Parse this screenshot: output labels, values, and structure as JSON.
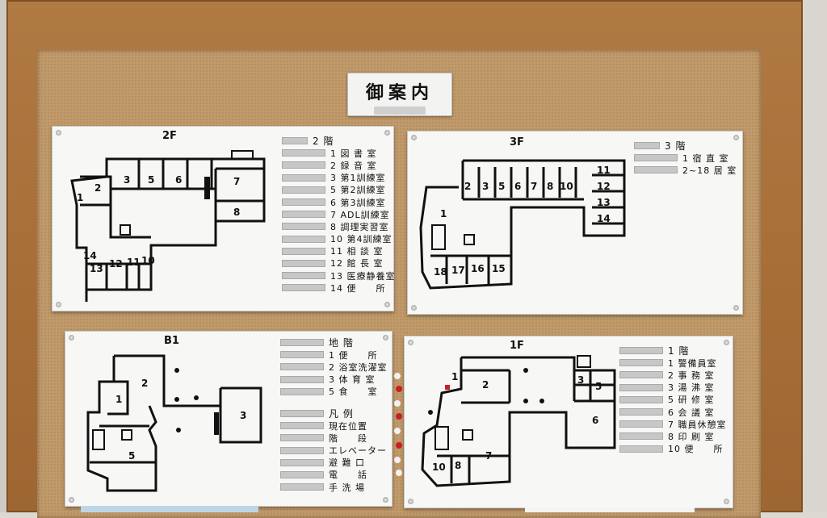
{
  "sign": {
    "title": "御案内",
    "panels": {
      "f2": {
        "floor": "2F",
        "header": "2 階",
        "rooms": [
          "1 図 書 室",
          "2 録 音 室",
          "3 第1訓練室",
          "5 第2訓練室",
          "6 第3訓練室",
          "7 ADL訓練室",
          "8 調理実習室",
          "10 第4訓練室",
          "11 相 談 室",
          "12 館 長 室",
          "13 医療静養室",
          "14 便　　所"
        ],
        "map_numbers": [
          "1",
          "2",
          "3",
          "5",
          "6",
          "7",
          "8",
          "10",
          "11",
          "12",
          "13",
          "14"
        ]
      },
      "f3": {
        "floor": "3F",
        "header": "3 階",
        "rooms": [
          "1 宿 直 室",
          "2~18 居 室"
        ],
        "map_numbers": [
          "1",
          "2",
          "3",
          "5",
          "6",
          "7",
          "8",
          "10",
          "11",
          "12",
          "13",
          "14",
          "15",
          "16",
          "17",
          "18"
        ]
      },
      "b1": {
        "floor": "B1",
        "header": "地 階",
        "rooms": [
          "1 便　　所",
          "2 浴室洗濯室",
          "3 体 育 室",
          "5 食　　室"
        ],
        "legend_title": "凡 例",
        "legend": [
          "現在位置",
          "階　　段",
          "エレベーター",
          "避 難 口",
          "電　　話",
          "手 洗 場"
        ],
        "map_numbers": [
          "1",
          "2",
          "3",
          "5"
        ]
      },
      "f1": {
        "floor": "1F",
        "header": "1 階",
        "rooms": [
          "1 警備員室",
          "2 事 務 室",
          "3 湯 沸 室",
          "5 研 修 室",
          "6 会 議 室",
          "7 職員休憩室",
          "8 印 刷 室",
          "10 便　　所"
        ],
        "map_numbers": [
          "1",
          "2",
          "3",
          "5",
          "6",
          "7",
          "8",
          "10"
        ]
      }
    }
  },
  "colors": {
    "frame": "#a86f38",
    "cork": "#c19a6b",
    "panel": "#f7f7f5",
    "lines": "#111111",
    "braille": "#c7c7c7",
    "pin_red": "#c81e2a",
    "pin_white": "#f2f2f2"
  }
}
